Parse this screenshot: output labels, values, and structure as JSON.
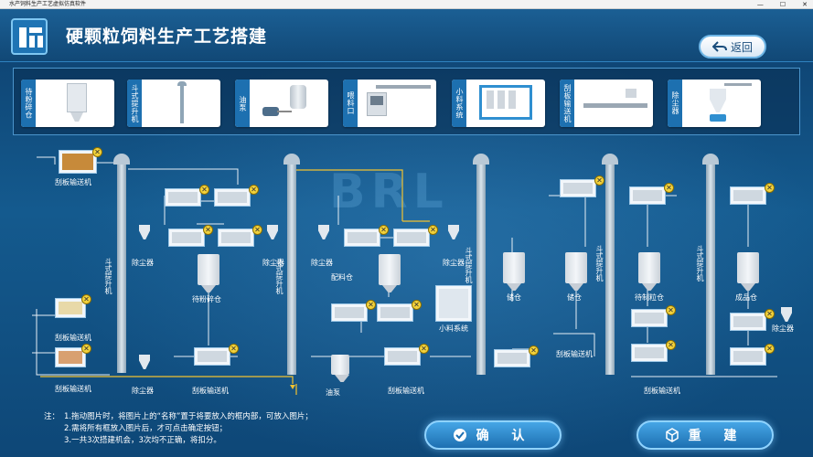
{
  "window": {
    "title": "水产饲料生产工艺虚拟仿真软件",
    "controls": [
      "—",
      "☐",
      "✕"
    ]
  },
  "header": {
    "title": "硬颗粒饲料生产工艺搭建",
    "back_label": "返回"
  },
  "palette": [
    {
      "label": "待粉碎仓",
      "icon": "silo-icon"
    },
    {
      "label": "斗式提升机",
      "icon": "elevator-icon"
    },
    {
      "label": "油泵",
      "icon": "pump-icon"
    },
    {
      "label": "喂料口",
      "icon": "hopper-icon"
    },
    {
      "label": "小料系统",
      "icon": "micro-dosing-icon"
    },
    {
      "label": "刮板输送机",
      "icon": "conveyor-icon"
    },
    {
      "label": "除尘器",
      "icon": "dust-collector-icon"
    }
  ],
  "diagram": {
    "labels": {
      "scraper1": "刮板输送机",
      "scraper2": "刮板输送机",
      "scraper3": "刮板输送机",
      "scraper4": "刮板输送机",
      "scraper5": "刮板输送机",
      "scraper6": "刮板输送机",
      "scraper7": "刮板输送机",
      "dust1": "除尘器",
      "dust2": "除尘器",
      "dust3": "除尘器",
      "dust4": "除尘器",
      "dust5": "除尘器",
      "dust6": "除尘器",
      "silo_pending": "待粉碎仓",
      "silo_batch": "配料仓",
      "micro": "小料系统",
      "oilpump": "油泵",
      "storage1": "储仓",
      "storage2": "储仓",
      "pellet_pending": "待制粒仓",
      "finished": "成品仓",
      "elev1": "斗式提升机",
      "elev2": "斗式提升机",
      "elev3": "斗式提升机",
      "elev4": "斗式提升机",
      "elev5": "斗式提升机"
    },
    "watermark": "BRL"
  },
  "notes": {
    "prefix": "注：",
    "lines": [
      "1.拖动图片时，将图片上的“名称”置于将要放入的框内部，可放入图片；",
      "2.需将所有框放入图片后，才可点击确定按钮；",
      "3.一共3次搭建机会，3次均不正确，将扣分。"
    ]
  },
  "buttons": {
    "confirm": "确 认",
    "rebuild": "重 建"
  },
  "colors": {
    "background": "#0f4a78",
    "accent": "#1d70b0",
    "line_white": "#e6eef5",
    "line_yellow": "#f2c230",
    "close_badge": "#f2d23b"
  }
}
